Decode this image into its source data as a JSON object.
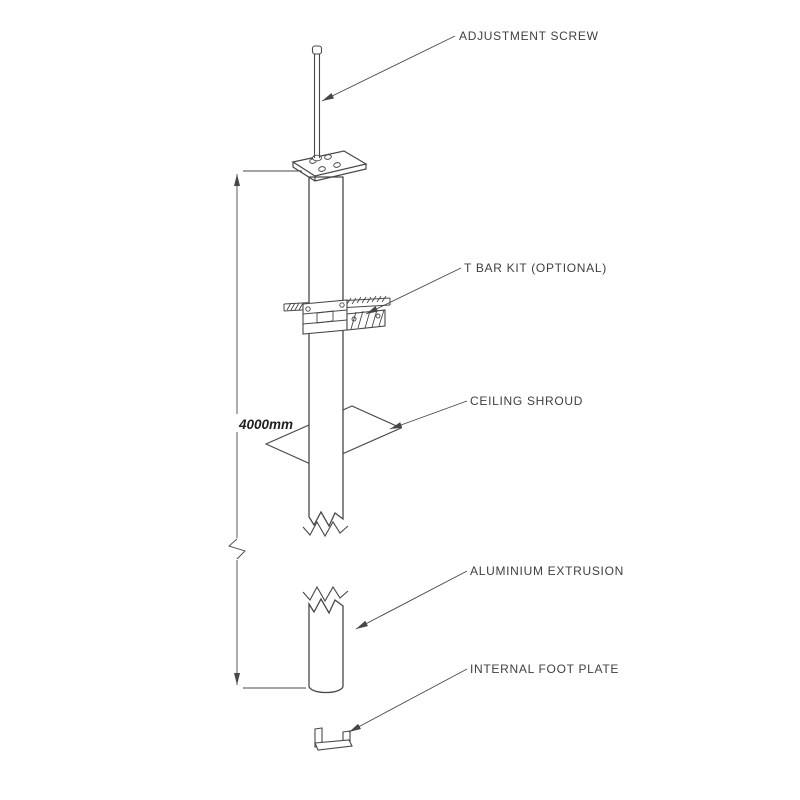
{
  "diagram": {
    "labels": {
      "adjustment_screw": "ADJUSTMENT SCREW",
      "t_bar_kit": "T BAR KIT (OPTIONAL)",
      "ceiling_shroud": "CEILING SHROUD",
      "aluminium_extrusion": "ALUMINIUM EXTRUSION",
      "internal_foot_plate": "INTERNAL FOOT PLATE"
    },
    "dimension": {
      "value": "4000mm"
    },
    "colors": {
      "line": "#474747",
      "text": "#3f3f3f",
      "background": "#ffffff"
    }
  }
}
